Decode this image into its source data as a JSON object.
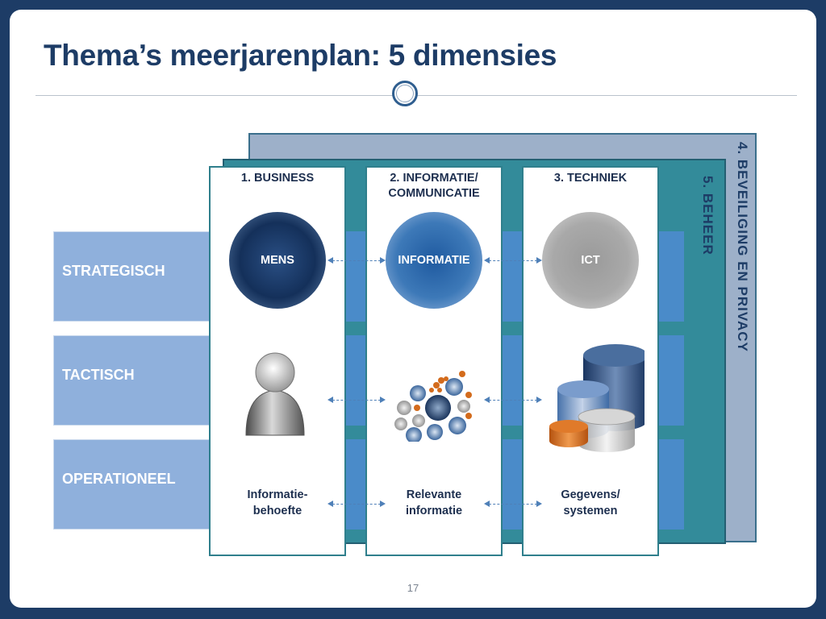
{
  "slide": {
    "title": "Thema’s meerjarenplan: 5 dimensies",
    "page_number": "17"
  },
  "layers": {
    "back_label": "4. BEVEILIGING EN PRIVACY",
    "mid_label": "5. BEHEER"
  },
  "rows": [
    {
      "label": "STRATEGISCH"
    },
    {
      "label": "TACTISCH"
    },
    {
      "label": "OPERATIONEEL"
    }
  ],
  "columns": [
    {
      "heading": "1. BUSINESS",
      "circle": "MENS",
      "bottom": "Informatie-\nbehoefte"
    },
    {
      "heading": "2. INFORMATIE/\nCOMMUNICATIE",
      "circle": "INFORMATIE",
      "bottom": "Relevante\ninformatie"
    },
    {
      "heading": "3. TECHNIEK",
      "circle": "ICT",
      "bottom": "Gegevens/\nsystemen"
    }
  ],
  "icons": {
    "person": "person-icon",
    "network": "information-network-icon",
    "database": "database-icon"
  },
  "colors": {
    "frame": "#1d3c66",
    "title": "#1d3c66",
    "back_layer": "#9db0c9",
    "mid_layer": "#338b9a",
    "row_band": "#4a8bc9",
    "row_label_bg": "#8fb0dc",
    "accent_orange": "#d36b1c"
  }
}
